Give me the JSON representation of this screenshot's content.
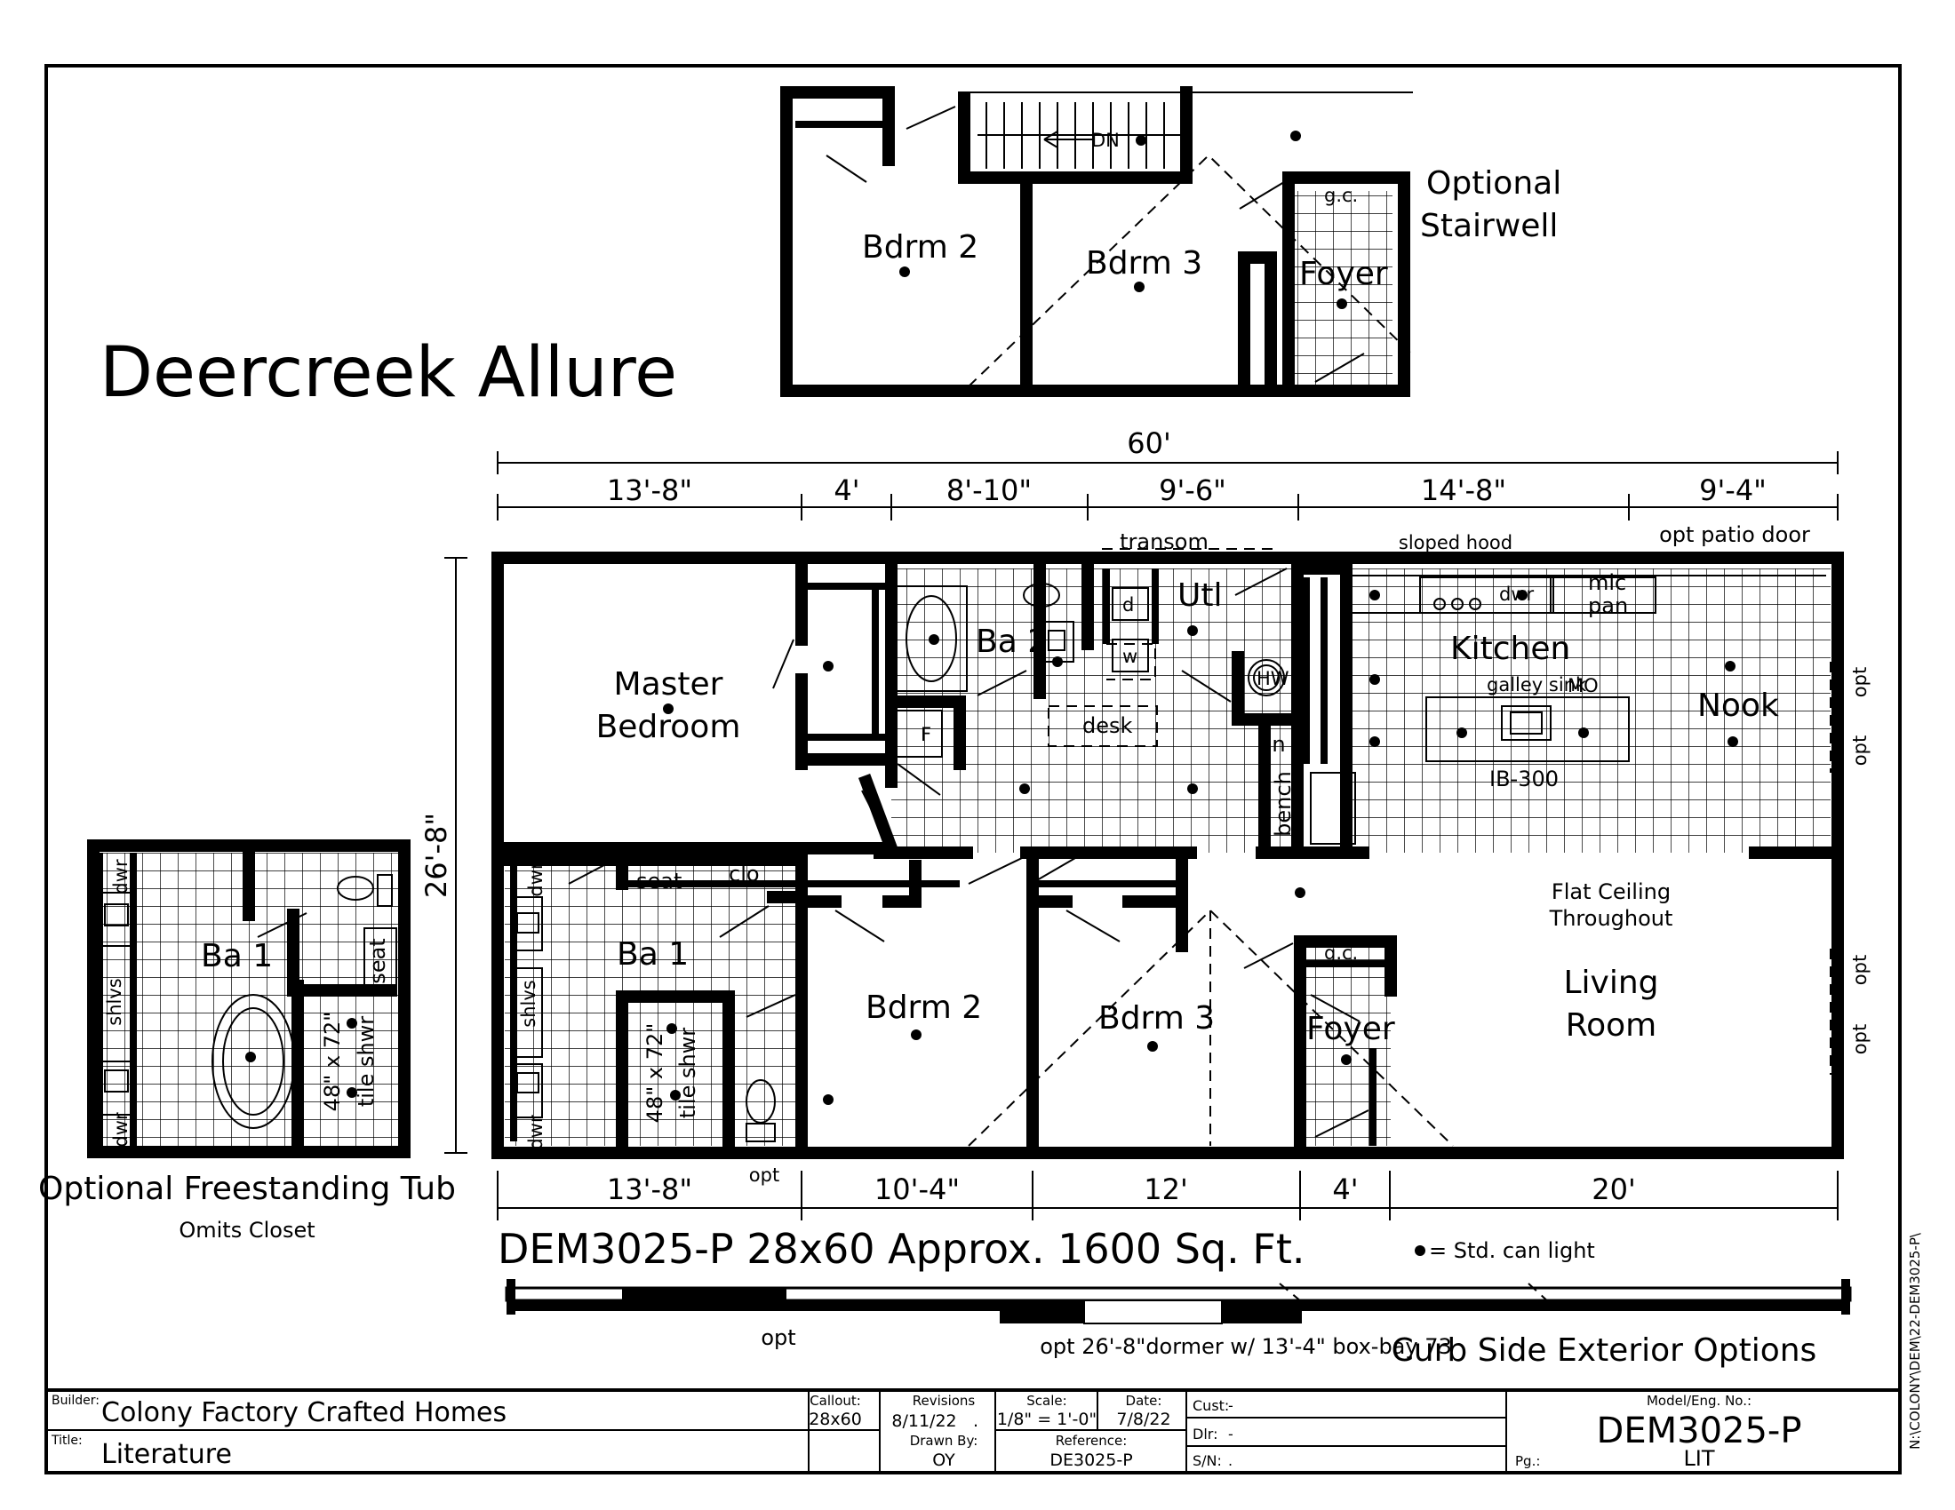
{
  "title": "Deercreek Allure",
  "optional_stairwell": {
    "heading_line1": "Optional",
    "heading_line2": "Stairwell",
    "rooms": {
      "bdrm2": "Bdrm 2",
      "bdrm3": "Bdrm 3",
      "foyer": "Foyer",
      "gc": "g.c.",
      "dn": "DN"
    }
  },
  "main_plan": {
    "overall_width": "60'",
    "overall_depth": "26'-8\"",
    "top_dimensions": [
      "13'-8\"",
      "4'",
      "8'-10\"",
      "9'-6\"",
      "14'-8\"",
      "9'-4\""
    ],
    "bottom_dimensions": [
      "13'-8\"",
      "10'-4\"",
      "12'",
      "4'",
      "20'"
    ],
    "notes": {
      "transom": "transom",
      "sloped_hood": "sloped hood",
      "opt_patio_door": "opt patio door",
      "flat_ceiling_1": "Flat Ceiling",
      "flat_ceiling_2": "Throughout",
      "opt": "opt"
    },
    "rooms": {
      "master_1": "Master",
      "master_2": "Bedroom",
      "ba2": "Ba 2",
      "utl": "Utl",
      "kitchen": "Kitchen",
      "nook": "Nook",
      "ba1": "Ba 1",
      "bdrm2": "Bdrm 2",
      "bdrm3": "Bdrm 3",
      "foyer": "Foyer",
      "living_1": "Living",
      "living_2": "Room"
    },
    "fixtures": {
      "d": "d",
      "w": "w",
      "f": "F",
      "desk": "desk",
      "lin": "lin",
      "bench": "bench",
      "hw": "HW",
      "dwr": "dwr",
      "mic": "mic",
      "pan": "pan",
      "galley_sink": "galley sink",
      "mo": "MO",
      "ib300": "IB-300",
      "seat": "seat",
      "clo": "clo",
      "shlvs": "shlvs",
      "shower_1": "48\" x 72\"",
      "shower_2": "tile shwr",
      "gc": "g.c."
    }
  },
  "optional_tub": {
    "heading": "Optional Freestanding Tub",
    "sub": "Omits Closet",
    "room": "Ba 1",
    "dwr": "dwr",
    "shlvs": "shlvs",
    "seat": "seat",
    "shower_1": "48\" x 72\"",
    "shower_2": "tile shwr"
  },
  "model_line": "DEM3025-P 28x60  Approx. 1600 Sq. Ft.",
  "legend": "= Std. can light",
  "exterior": {
    "heading": "Curb Side Exterior Options",
    "opt": "opt",
    "dormer": "opt 26'-8\"dormer w/ 13'-4\" box-bay 73"
  },
  "side_label": "N:\\COLONY\\DEM\\22-DEM3025-P\\",
  "title_block": {
    "builder_label": "Builder:",
    "builder": "Colony Factory Crafted Homes",
    "title_label": "Title:",
    "title": "Literature",
    "callout_label": "Callout:",
    "callout": "28x60",
    "revisions_label": "Revisions",
    "revisions": "8/11/22",
    "revisions_extra": ".",
    "drawn_by_label": "Drawn By:",
    "drawn_by": "OY",
    "scale_label": "Scale:",
    "scale": "1/8\" = 1'-0\"",
    "date_label": "Date:",
    "date": "7/8/22",
    "reference_label": "Reference:",
    "reference": "DE3025-P",
    "cust_label": "Cust:",
    "cust": "-",
    "dlr_label": "Dlr:",
    "dlr": "-",
    "sn_label": "S/N:",
    "sn": ".",
    "model_label": "Model/Eng. No.:",
    "model": "DEM3025-P",
    "pg_label": "Pg.:",
    "pg": "LIT"
  }
}
